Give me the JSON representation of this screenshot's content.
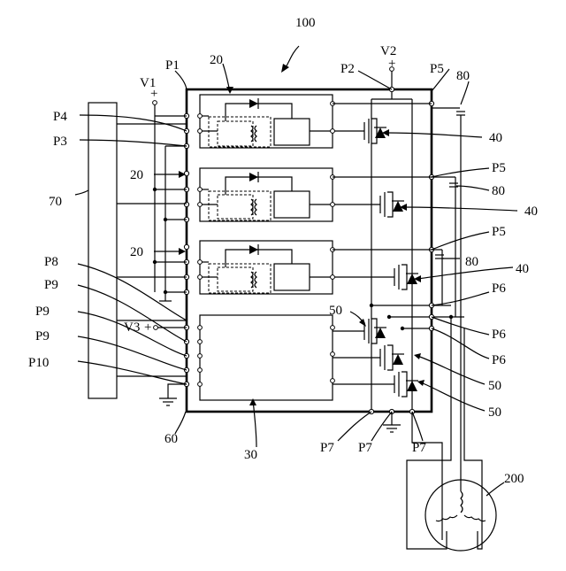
{
  "labels": {
    "module": "100",
    "driver": "20",
    "controller": "30",
    "switch": "40",
    "lowswitch": "50",
    "housing": "60",
    "connector": "70",
    "cap": "80",
    "motor": "200",
    "v1": "V1",
    "v2": "V2",
    "v3": "V3",
    "plus": "+",
    "p1": "P1",
    "p2": "P2",
    "p3": "P3",
    "p4": "P4",
    "p5": "P5",
    "p6": "P6",
    "p7": "P7",
    "p8": "P8",
    "p9": "P9",
    "p10": "P10"
  }
}
